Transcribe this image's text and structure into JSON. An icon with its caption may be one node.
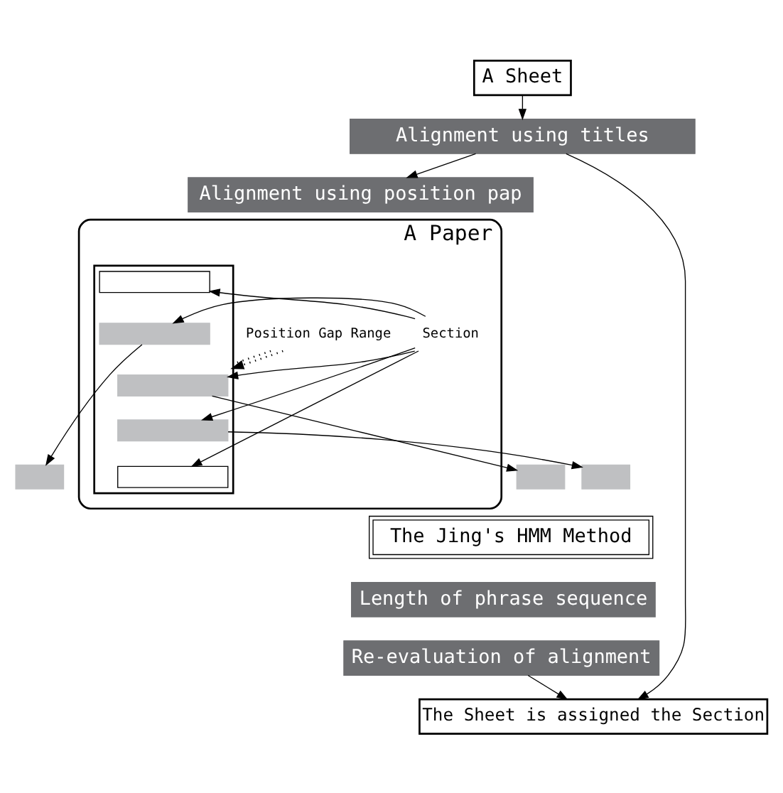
{
  "diagram": {
    "nodes": [
      {
        "text": [
          "A Sheet"
        ]
      },
      {
        "text": [
          "Alignment using titles"
        ]
      },
      {
        "text": [
          "Alignment using position pap"
        ]
      },
      {
        "text": [
          "A Paper"
        ]
      },
      {
        "text": [],
        "shape": "box",
        "in": 3
      },
      {
        "text": [],
        "shape": "box",
        "in": 4
      },
      {
        "text": [],
        "shape": "box",
        "in": 4
      },
      {
        "text": [],
        "shape": "box",
        "in": 4
      },
      {
        "text": [],
        "shape": "box",
        "in": 4
      },
      {
        "text": [],
        "shape": "box",
        "in": 4
      },
      {
        "text": [
          "Position Gap Range"
        ],
        "in": 3
      },
      {
        "text": [
          "Section"
        ],
        "in": 3
      },
      {
        "text": [],
        "shape": "bar"
      },
      {
        "text": [],
        "shape": "bar"
      },
      {
        "text": [],
        "shape": "bar"
      },
      {
        "text": [
          "The Jing's HMM Method"
        ]
      },
      {
        "text": [
          "Length of phrase sequence"
        ]
      },
      {
        "text": [
          "Re-evaluation of alignment"
        ]
      },
      {
        "text": [
          "The Sheet is assigned the Section"
        ]
      }
    ],
    "edges": [
      {
        "from": 0,
        "to": 1,
        "arrow": "to"
      },
      {
        "from": 1,
        "to": 2,
        "arrow": "to"
      },
      {
        "from": 10,
        "to": 4,
        "arrow": "none",
        "style": "dashed"
      },
      {
        "from": 10,
        "to": 4,
        "arrow": "to",
        "style": "dashed"
      },
      {
        "from": 11,
        "to": 5,
        "arrow": "to"
      },
      {
        "from": 11,
        "to": 6,
        "arrow": "to"
      },
      {
        "from": 11,
        "to": 7,
        "arrow": "to"
      },
      {
        "from": 11,
        "to": 8,
        "arrow": "to"
      },
      {
        "from": 11,
        "to": 9,
        "arrow": "to"
      },
      {
        "from": 6,
        "to": 12,
        "arrow": "to"
      },
      {
        "from": 7,
        "to": 13,
        "arrow": "to"
      },
      {
        "from": 8,
        "to": 14,
        "arrow": "to"
      },
      {
        "from": 17,
        "to": 18,
        "arrow": "to"
      },
      {
        "from": 1,
        "to": 18,
        "arrow": "to"
      }
    ]
  }
}
